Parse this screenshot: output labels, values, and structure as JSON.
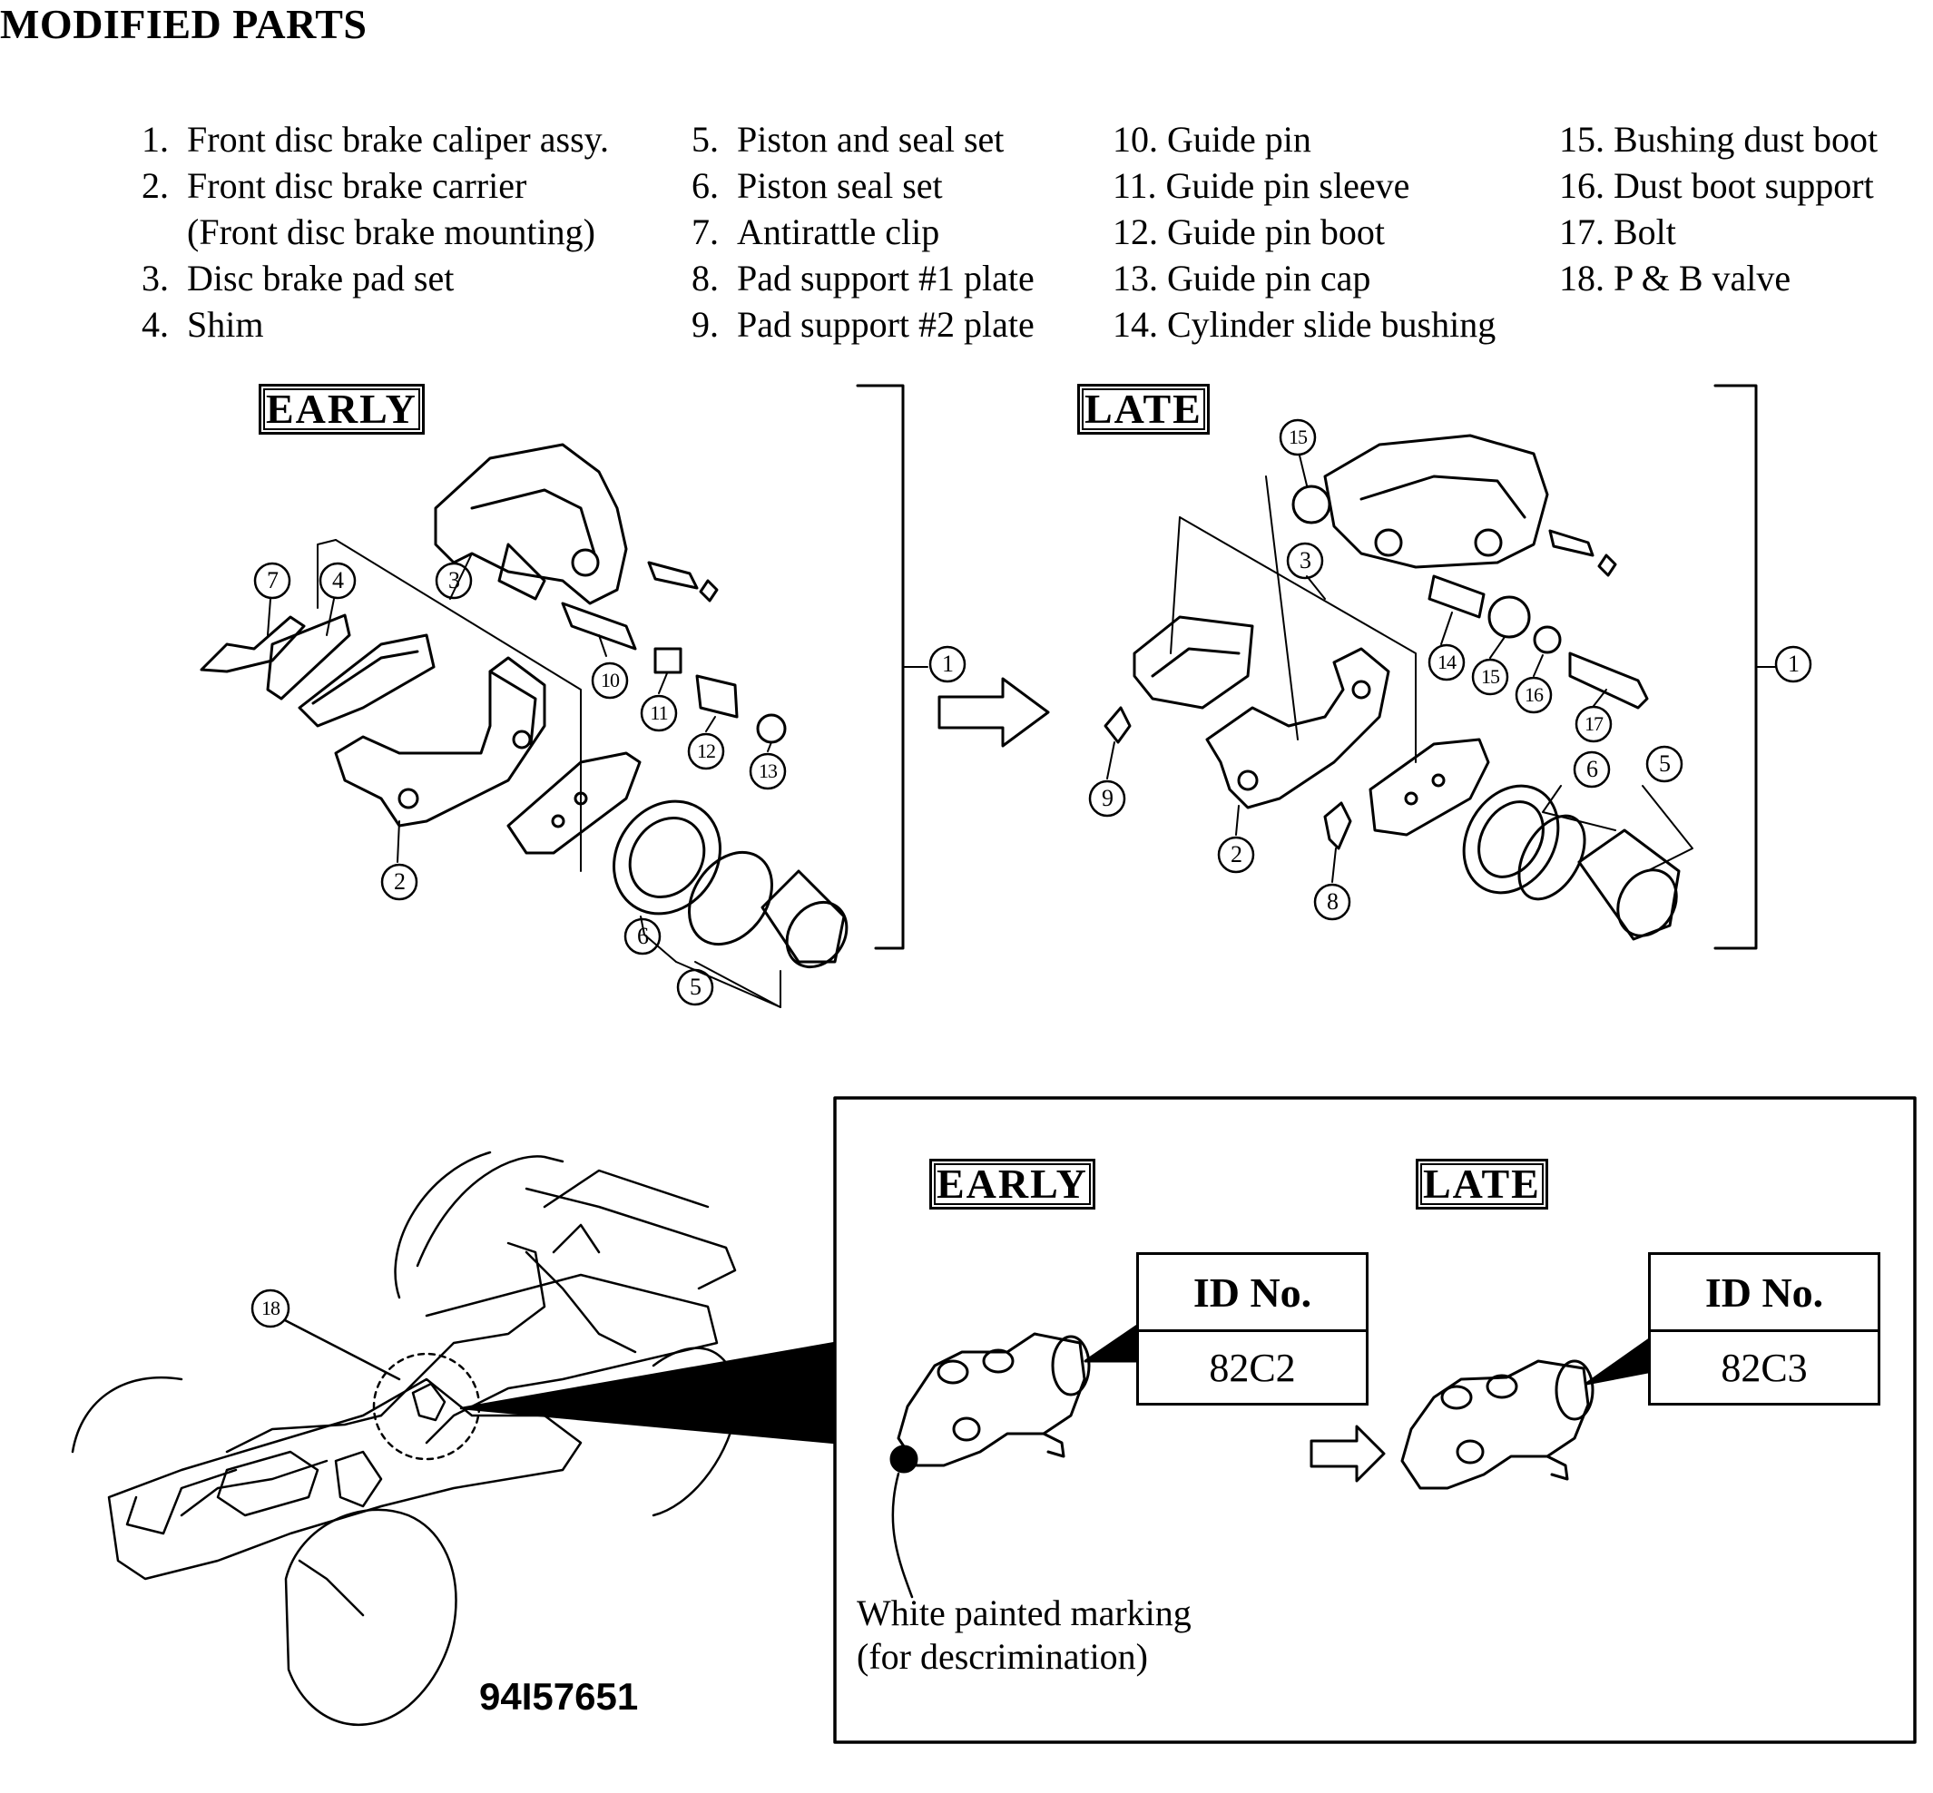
{
  "title": "MODIFIED PARTS",
  "parts_columns": [
    [
      {
        "num": "1.",
        "text": "Front disc brake caliper assy."
      },
      {
        "num": "2.",
        "text": "Front disc brake carrier"
      },
      {
        "num": "",
        "text": "(Front disc brake mounting)"
      },
      {
        "num": "3.",
        "text": "Disc brake pad set"
      },
      {
        "num": "4.",
        "text": "Shim"
      }
    ],
    [
      {
        "num": "5.",
        "text": "Piston and seal set"
      },
      {
        "num": "6.",
        "text": "Piston seal set"
      },
      {
        "num": "7.",
        "text": "Antirattle clip"
      },
      {
        "num": "8.",
        "text": "Pad support #1 plate"
      },
      {
        "num": "9.",
        "text": "Pad support #2 plate"
      }
    ],
    [
      {
        "num": "10.",
        "text": "Guide pin"
      },
      {
        "num": "11.",
        "text": "Guide pin sleeve"
      },
      {
        "num": "12.",
        "text": "Guide pin boot"
      },
      {
        "num": "13.",
        "text": "Guide pin cap"
      },
      {
        "num": "14.",
        "text": "Cylinder slide bushing"
      }
    ],
    [
      {
        "num": "15.",
        "text": "Bushing dust boot"
      },
      {
        "num": "16.",
        "text": "Dust boot support"
      },
      {
        "num": "17.",
        "text": "Bolt"
      },
      {
        "num": "18.",
        "text": "P & B valve"
      }
    ]
  ],
  "caliper_section": {
    "early_tag": "EARLY",
    "late_tag": "LATE",
    "early_callouts": [
      "7",
      "4",
      "3",
      "10",
      "11",
      "12",
      "13",
      "2",
      "6",
      "5",
      "1"
    ],
    "late_callouts": [
      "15",
      "3",
      "14",
      "15",
      "16",
      "17",
      "9",
      "2",
      "8",
      "6",
      "5",
      "1"
    ]
  },
  "valve_section": {
    "early_tag": "EARLY",
    "late_tag": "LATE",
    "id_label_early": "ID No.",
    "id_value_early": "82C2",
    "id_label_late": "ID No.",
    "id_value_late": "82C3",
    "marking_note_line1": "White painted marking",
    "marking_note_line2": "(for descrimination)"
  },
  "chassis_callout": "18",
  "figure_code": "94I57651"
}
